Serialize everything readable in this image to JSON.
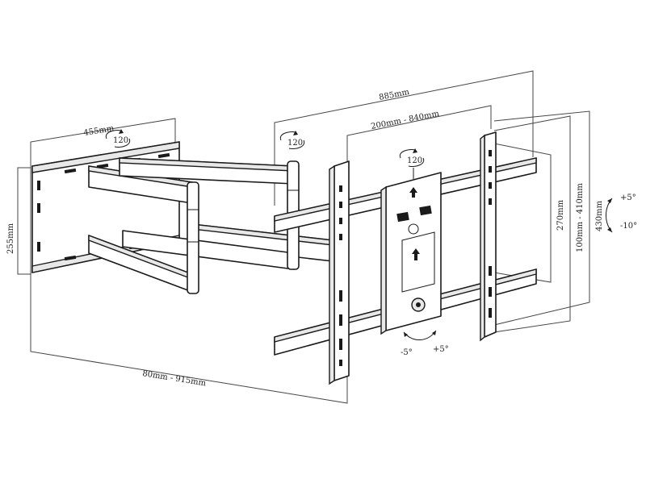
{
  "dimensions": {
    "wall_plate_width": "455mm",
    "wall_plate_height": "255mm",
    "extension": "80mm - 915mm",
    "max_width": "885mm",
    "hole_spacing_horizontal": "200mm - 840mm",
    "vertical_spacing_a": "270mm",
    "vertical_spacing_b": "100mm - 410mm",
    "vertical_spacing_c": "430mm"
  },
  "rotations": {
    "wall_swivel": "120",
    "arm_swivel": "120",
    "head_swivel": "120"
  },
  "tilt": {
    "up": "+5°",
    "down": "-10°"
  },
  "level_adjust": {
    "minus": "-5°",
    "plus": "+5°"
  }
}
